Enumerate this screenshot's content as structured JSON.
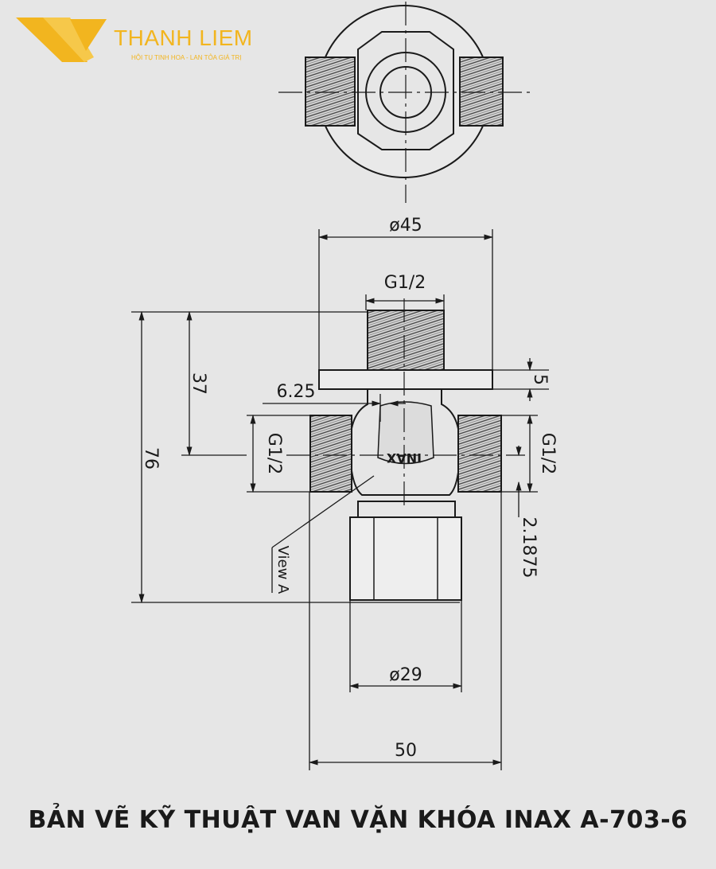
{
  "brand": {
    "name": "THANH LIEM",
    "slogan": "HỘI TỤ TINH HOA - LAN TỎA GIÁ TRỊ",
    "color": "#f2b51f"
  },
  "dimensions": {
    "d45": "ø45",
    "g12_top": "G1/2",
    "d37": "37",
    "d5": "5",
    "d625": "6.25",
    "d76": "76",
    "g12_left": "G1/2",
    "g12_right": "G1/2",
    "d21875": "2.1875",
    "view_a": "View A",
    "brand_mark": "INAX",
    "d29": "ø29",
    "d50": "50"
  },
  "caption": "BẢN VẼ KỸ THUẬT VAN VẶN KHÓA INAX A-703-6"
}
